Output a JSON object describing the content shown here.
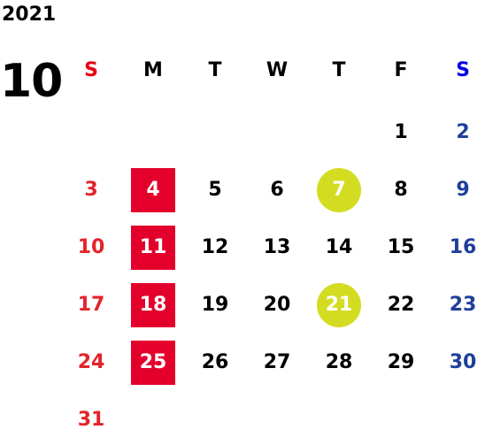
{
  "year": "2021",
  "month": "10",
  "weekdays": [
    "S",
    "M",
    "T",
    "W",
    "T",
    "F",
    "S"
  ],
  "days": [
    {
      "label": "1",
      "col": 5,
      "row": 0,
      "mark": "none"
    },
    {
      "label": "2",
      "col": 6,
      "row": 0,
      "mark": "none"
    },
    {
      "label": "3",
      "col": 0,
      "row": 1,
      "mark": "none"
    },
    {
      "label": "4",
      "col": 1,
      "row": 1,
      "mark": "closed"
    },
    {
      "label": "5",
      "col": 2,
      "row": 1,
      "mark": "none"
    },
    {
      "label": "6",
      "col": 3,
      "row": 1,
      "mark": "none"
    },
    {
      "label": "7",
      "col": 4,
      "row": 1,
      "mark": "event"
    },
    {
      "label": "8",
      "col": 5,
      "row": 1,
      "mark": "none"
    },
    {
      "label": "9",
      "col": 6,
      "row": 1,
      "mark": "none"
    },
    {
      "label": "10",
      "col": 0,
      "row": 2,
      "mark": "none"
    },
    {
      "label": "11",
      "col": 1,
      "row": 2,
      "mark": "closed"
    },
    {
      "label": "12",
      "col": 2,
      "row": 2,
      "mark": "none"
    },
    {
      "label": "13",
      "col": 3,
      "row": 2,
      "mark": "none"
    },
    {
      "label": "14",
      "col": 4,
      "row": 2,
      "mark": "none"
    },
    {
      "label": "15",
      "col": 5,
      "row": 2,
      "mark": "none"
    },
    {
      "label": "16",
      "col": 6,
      "row": 2,
      "mark": "none"
    },
    {
      "label": "17",
      "col": 0,
      "row": 3,
      "mark": "none"
    },
    {
      "label": "18",
      "col": 1,
      "row": 3,
      "mark": "closed"
    },
    {
      "label": "19",
      "col": 2,
      "row": 3,
      "mark": "none"
    },
    {
      "label": "20",
      "col": 3,
      "row": 3,
      "mark": "none"
    },
    {
      "label": "21",
      "col": 4,
      "row": 3,
      "mark": "event"
    },
    {
      "label": "22",
      "col": 5,
      "row": 3,
      "mark": "none"
    },
    {
      "label": "23",
      "col": 6,
      "row": 3,
      "mark": "none"
    },
    {
      "label": "24",
      "col": 0,
      "row": 4,
      "mark": "none"
    },
    {
      "label": "25",
      "col": 1,
      "row": 4,
      "mark": "closed"
    },
    {
      "label": "26",
      "col": 2,
      "row": 4,
      "mark": "none"
    },
    {
      "label": "27",
      "col": 3,
      "row": 4,
      "mark": "none"
    },
    {
      "label": "28",
      "col": 4,
      "row": 4,
      "mark": "none"
    },
    {
      "label": "29",
      "col": 5,
      "row": 4,
      "mark": "none"
    },
    {
      "label": "30",
      "col": 6,
      "row": 4,
      "mark": "none"
    },
    {
      "label": "31",
      "col": 0,
      "row": 5,
      "mark": "none"
    }
  ],
  "colors": {
    "sunday_header": "#e60012",
    "saturday_header": "#0000e6",
    "sunday_date": "#e3242b",
    "saturday_date": "#1f3f9a",
    "closed_fill": "#e3002b",
    "event_fill": "#d4dc22"
  }
}
